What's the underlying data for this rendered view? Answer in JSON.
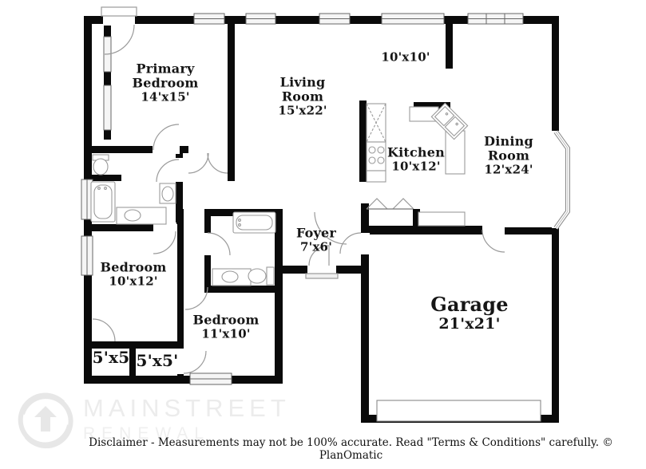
{
  "plan": {
    "rooms": [
      {
        "id": "primary-bedroom",
        "label": "Primary Bedroom",
        "dims": "14'x15'"
      },
      {
        "id": "living-room",
        "label": "Living Room",
        "dims": "15'x22'"
      },
      {
        "id": "breakfast-nook",
        "label": "",
        "dims": "10'x10'"
      },
      {
        "id": "kitchen",
        "label": "Kitchen",
        "dims": "10'x12'"
      },
      {
        "id": "dining-room",
        "label": "Dining Room",
        "dims": "12'x24'"
      },
      {
        "id": "foyer",
        "label": "Foyer",
        "dims": "7'x6'"
      },
      {
        "id": "garage",
        "label": "Garage",
        "dims": "21'x21'"
      },
      {
        "id": "bedroom-10x12",
        "label": "Bedroom",
        "dims": "10'x12'"
      },
      {
        "id": "bedroom-11x10",
        "label": "Bedroom",
        "dims": "11'x10'"
      },
      {
        "id": "closet-a",
        "label": "",
        "dims": "5'x5"
      },
      {
        "id": "closet-b",
        "label": "",
        "dims": "5'x5'"
      }
    ]
  },
  "watermark": {
    "line1": "MAINSTREET",
    "line2": "RENEWAL"
  },
  "footer": {
    "disclaimer": "Disclaimer - Measurements may not be 100% accurate. Read \"Terms & Conditions\" carefully. © PlanOmatic"
  },
  "colors": {
    "wall": "#0a0a0a",
    "fixture_line": "#9a9a9a",
    "window_fill": "#f5f5f5",
    "watermark": "#ececec",
    "text": "#161616"
  }
}
